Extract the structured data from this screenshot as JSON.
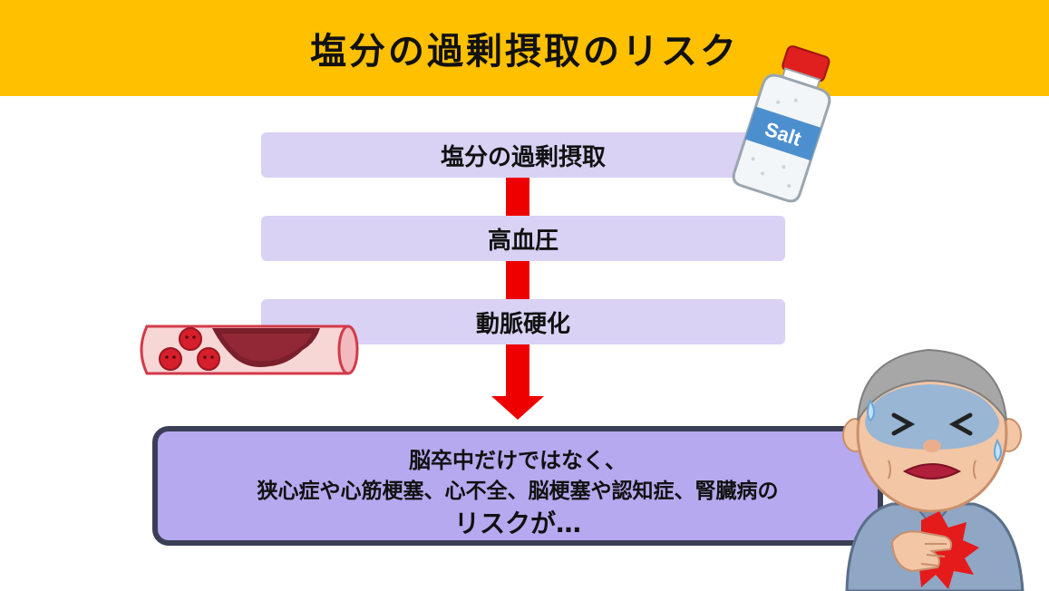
{
  "header": {
    "title": "塩分の過剰摂取のリスク"
  },
  "steps": [
    {
      "label": "塩分の過剰摂取"
    },
    {
      "label": "高血圧"
    },
    {
      "label": "動脈硬化"
    }
  ],
  "risk": {
    "line1": "脳卒中だけではなく、",
    "line2": "狭心症や心筋梗塞、心不全、脳梗塞や認知症、腎臓病の",
    "line3": "リスクが…"
  },
  "salt_label": "Salt",
  "colors": {
    "header_bg": "#FFC000",
    "step_bg": "#D9D2F4",
    "arrow": "#EE0000",
    "risk_bg": "#B6A9EF",
    "risk_border": "#3B3F56"
  }
}
